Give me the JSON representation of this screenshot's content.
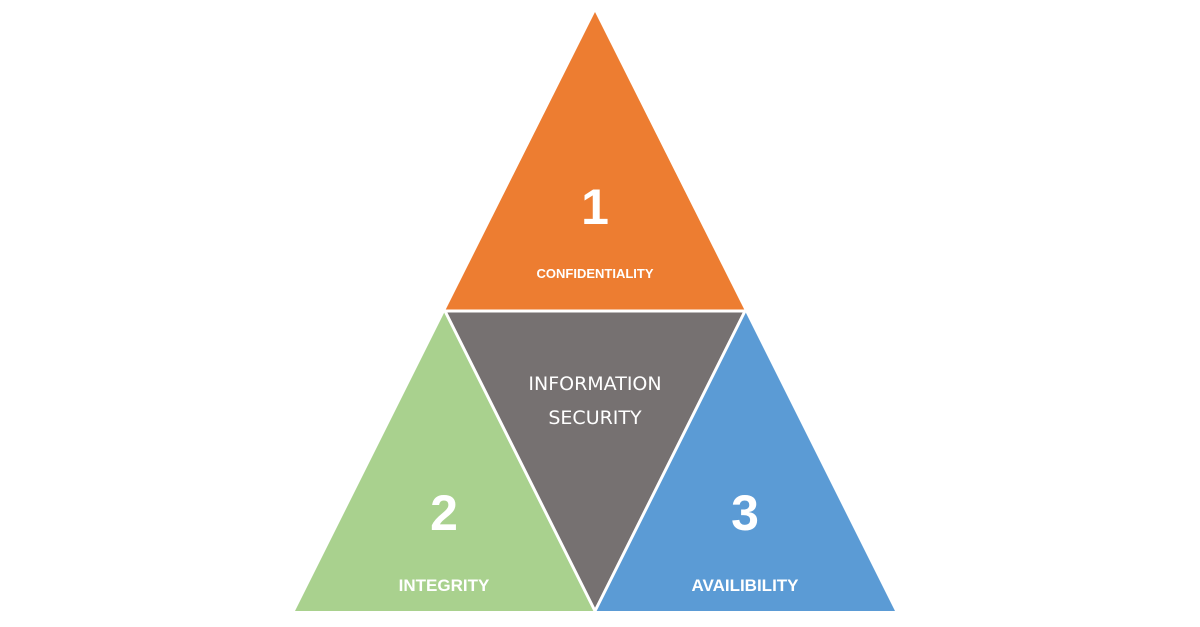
{
  "diagram": {
    "top": {
      "number": "1",
      "label": "CONFIDENTIALITY",
      "color": "#ED7D31"
    },
    "left": {
      "number": "2",
      "label": "INTEGRITY",
      "color": "#A9D18E"
    },
    "right": {
      "number": "3",
      "label": "AVAILIBILITY",
      "color": "#5B9BD5"
    },
    "center": {
      "line1": "INFORMATION",
      "line2": "SECURITY",
      "color": "#767171"
    },
    "divider_color": "#ffffff"
  }
}
